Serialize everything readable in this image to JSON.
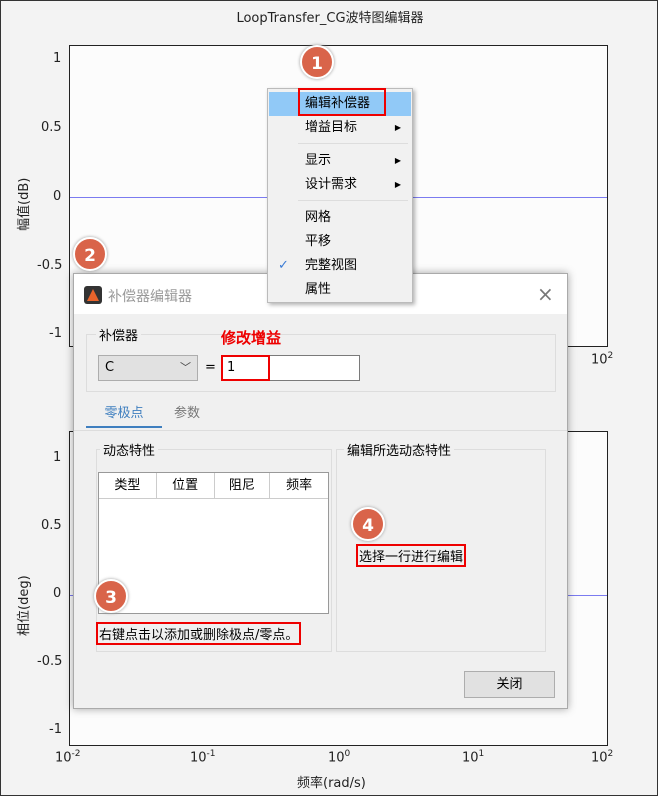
{
  "window_title": "LoopTransfer_CG波特图编辑器",
  "plots": {
    "magnitude": {
      "ylabel": "幅值(dB)",
      "yticks": [
        "1",
        "0.5",
        "0",
        "-0.5",
        "-1"
      ]
    },
    "phase": {
      "ylabel": "相位(deg)",
      "yticks": [
        "1",
        "0.5",
        "0",
        "-0.5",
        "-1"
      ]
    },
    "xlabel": "频率(rad/s)",
    "xticks": [
      {
        "base": "10",
        "exp": "-2"
      },
      {
        "base": "10",
        "exp": "-1"
      },
      {
        "base": "10",
        "exp": "0"
      },
      {
        "base": "10",
        "exp": "1"
      },
      {
        "base": "10",
        "exp": "2"
      }
    ],
    "line_color": "#7b7bf0"
  },
  "context_menu": {
    "items": [
      {
        "label": "编辑补偿器"
      },
      {
        "label": "增益目标",
        "arrow": "▶"
      },
      {
        "label": "显示",
        "arrow": "▶"
      },
      {
        "label": "设计需求",
        "arrow": "▶"
      },
      {
        "label": "网格"
      },
      {
        "label": "平移"
      },
      {
        "label": "完整视图",
        "check": "✓"
      },
      {
        "label": "属性"
      }
    ]
  },
  "dialog": {
    "title": "补偿器编辑器",
    "compensator_group": "补偿器",
    "compensator_select": "C",
    "equals": "=",
    "gain_value": "1",
    "tabs": [
      "零极点",
      "参数"
    ],
    "dynamics_group": "动态特性",
    "columns": [
      "类型",
      "位置",
      "阻尼",
      "频率"
    ],
    "hint": "右键点击以添加或删除极点/零点。",
    "edit_group": "编辑所选动态特性",
    "edit_hint": "选择一行进行编辑",
    "close_button": "关闭"
  },
  "annotations": {
    "gain_label": "修改增益",
    "badges": [
      "1",
      "2",
      "3",
      "4"
    ]
  }
}
